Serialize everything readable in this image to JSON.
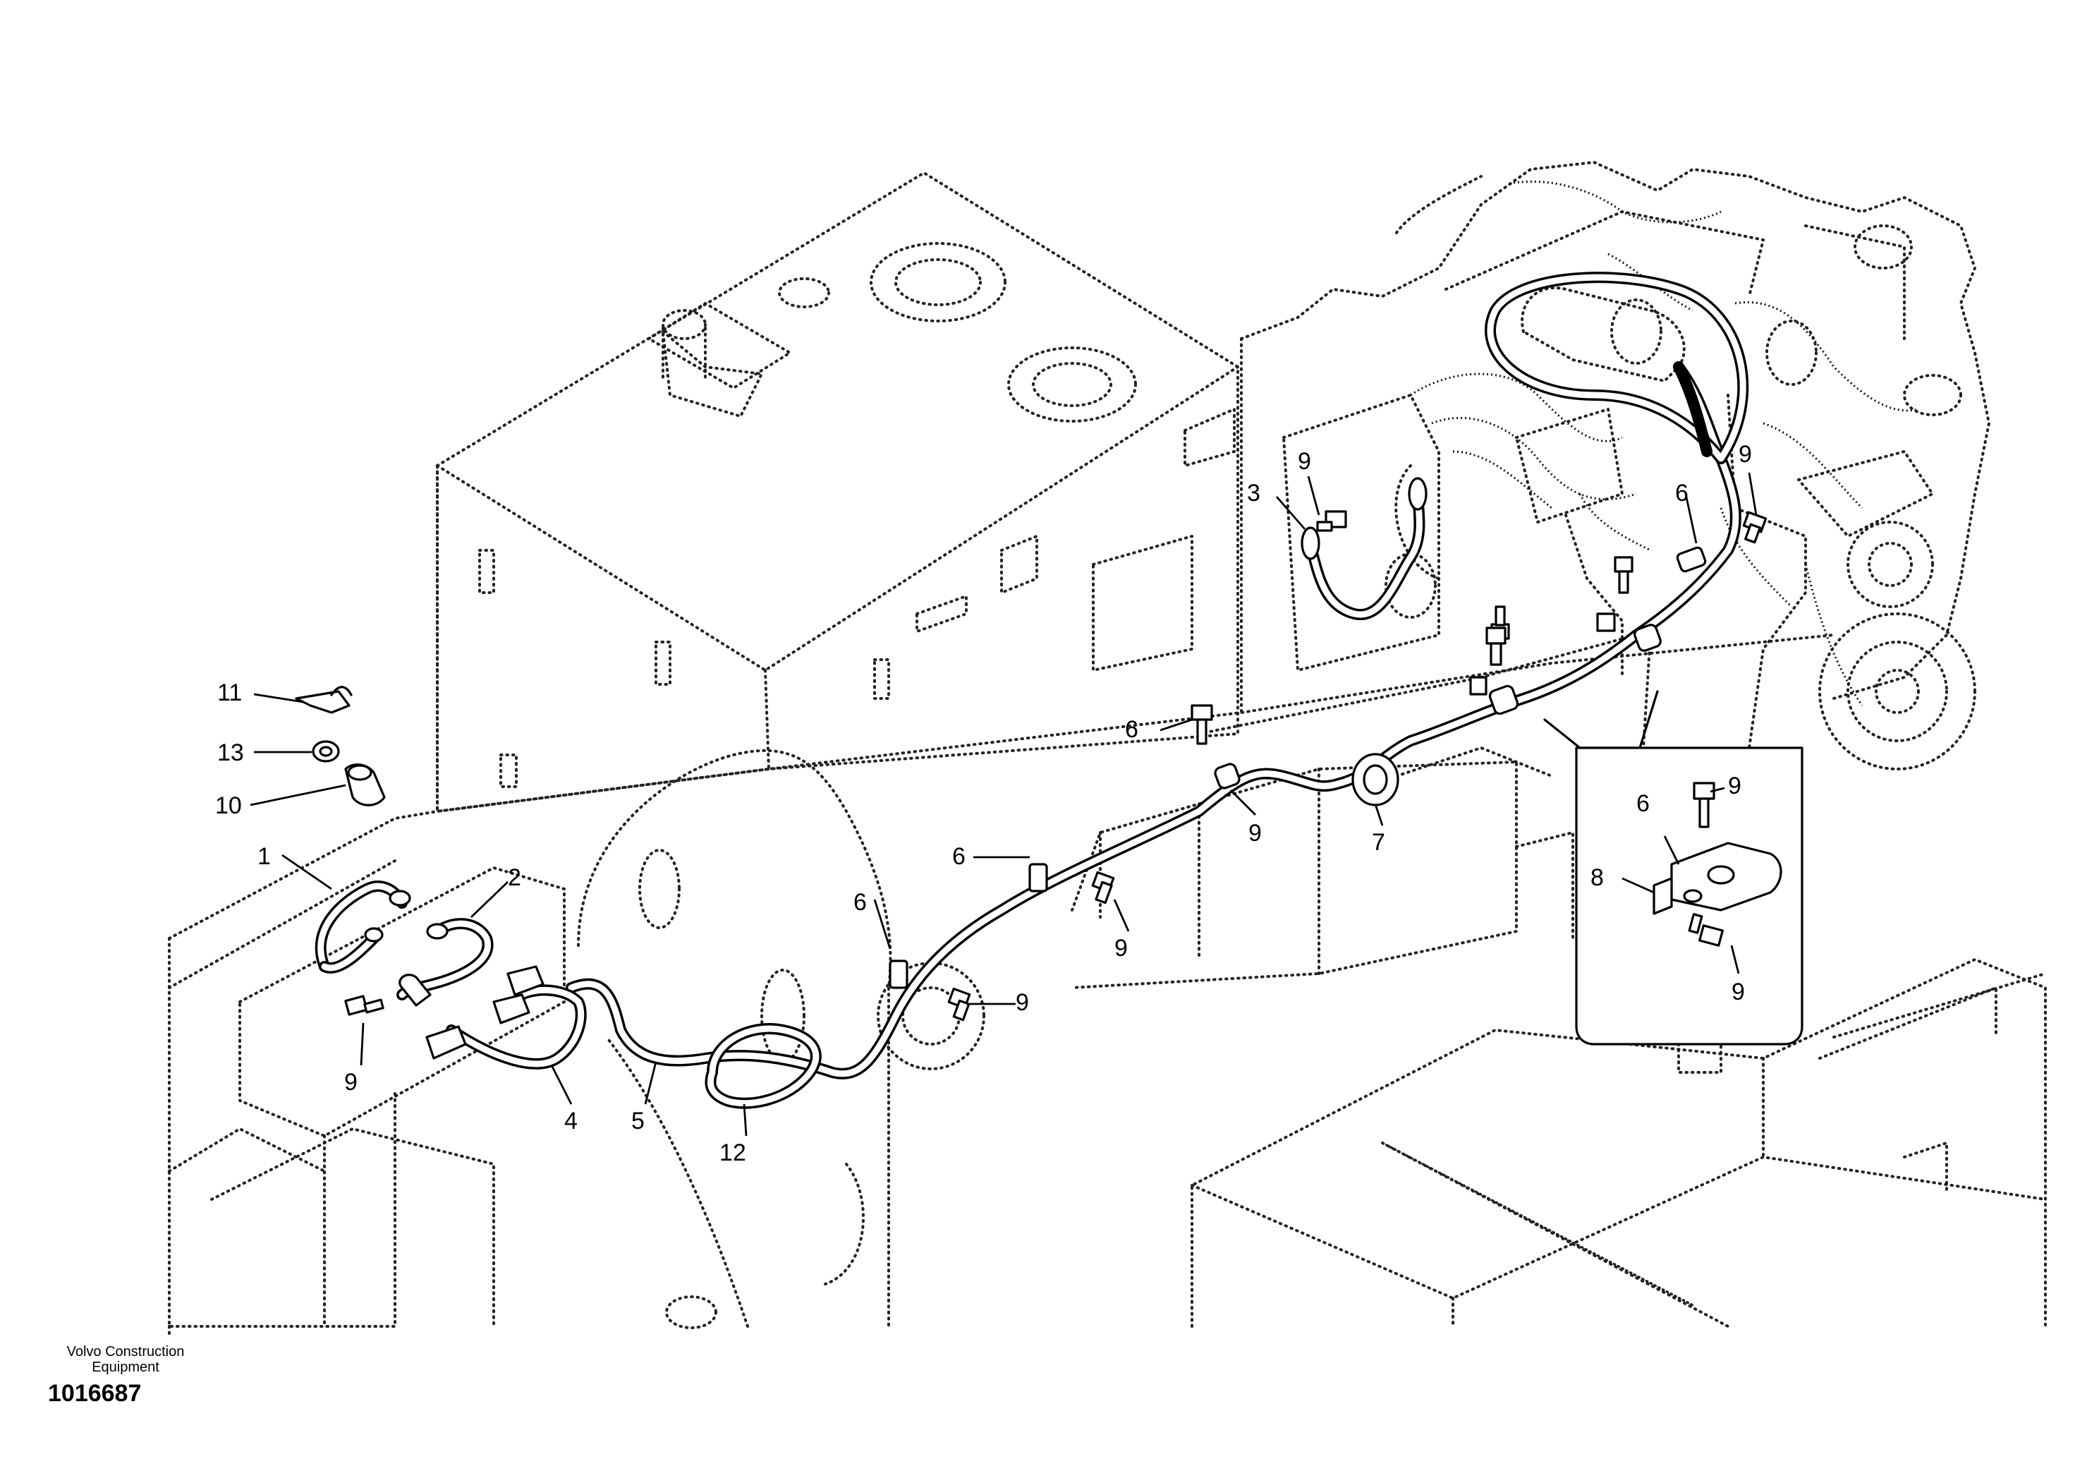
{
  "diagram": {
    "callouts": [
      {
        "id": "c1",
        "label": "1"
      },
      {
        "id": "c2",
        "label": "2"
      },
      {
        "id": "c3",
        "label": "3"
      },
      {
        "id": "c4",
        "label": "4"
      },
      {
        "id": "c5",
        "label": "5"
      },
      {
        "id": "c6a",
        "label": "6"
      },
      {
        "id": "c6b",
        "label": "6"
      },
      {
        "id": "c6c",
        "label": "6"
      },
      {
        "id": "c6d",
        "label": "6"
      },
      {
        "id": "c6e",
        "label": "6"
      },
      {
        "id": "c7",
        "label": "7"
      },
      {
        "id": "c8",
        "label": "8"
      },
      {
        "id": "c9a",
        "label": "9"
      },
      {
        "id": "c9b",
        "label": "9"
      },
      {
        "id": "c9c",
        "label": "9"
      },
      {
        "id": "c9d",
        "label": "9"
      },
      {
        "id": "c9e",
        "label": "9"
      },
      {
        "id": "c9f",
        "label": "9"
      },
      {
        "id": "c9g",
        "label": "9"
      },
      {
        "id": "c9h",
        "label": "9"
      },
      {
        "id": "c10",
        "label": "10"
      },
      {
        "id": "c11",
        "label": "11"
      },
      {
        "id": "c12",
        "label": "12"
      },
      {
        "id": "c13",
        "label": "13"
      }
    ]
  },
  "footer": {
    "company_line1": "Volvo Construction",
    "company_line2": "Equipment",
    "drawing_number": "1016687"
  }
}
